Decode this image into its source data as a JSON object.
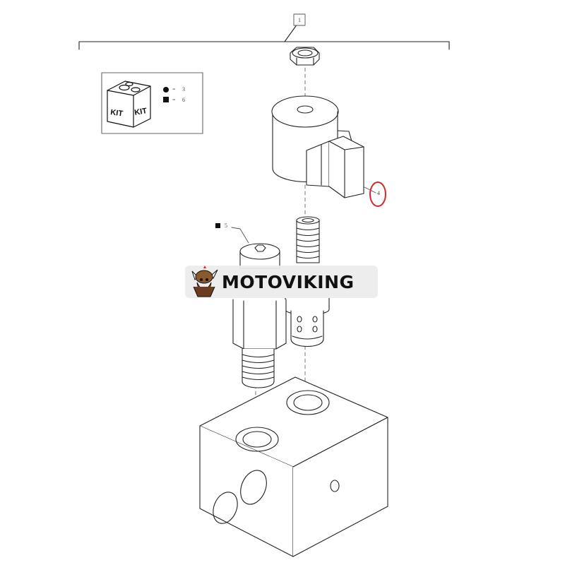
{
  "callouts": {
    "assembly": "1",
    "kit_round": "3",
    "kit_square": "6",
    "kit_eq_round": "=",
    "kit_eq_square": "=",
    "screw": "5",
    "coil": "4"
  },
  "kit": {
    "label_left": "KIT",
    "label_right": "KIT"
  },
  "watermark": {
    "brand": "MOTOVIKING"
  },
  "colors": {
    "highlight_circle": "#d62828",
    "line": "#222222"
  }
}
